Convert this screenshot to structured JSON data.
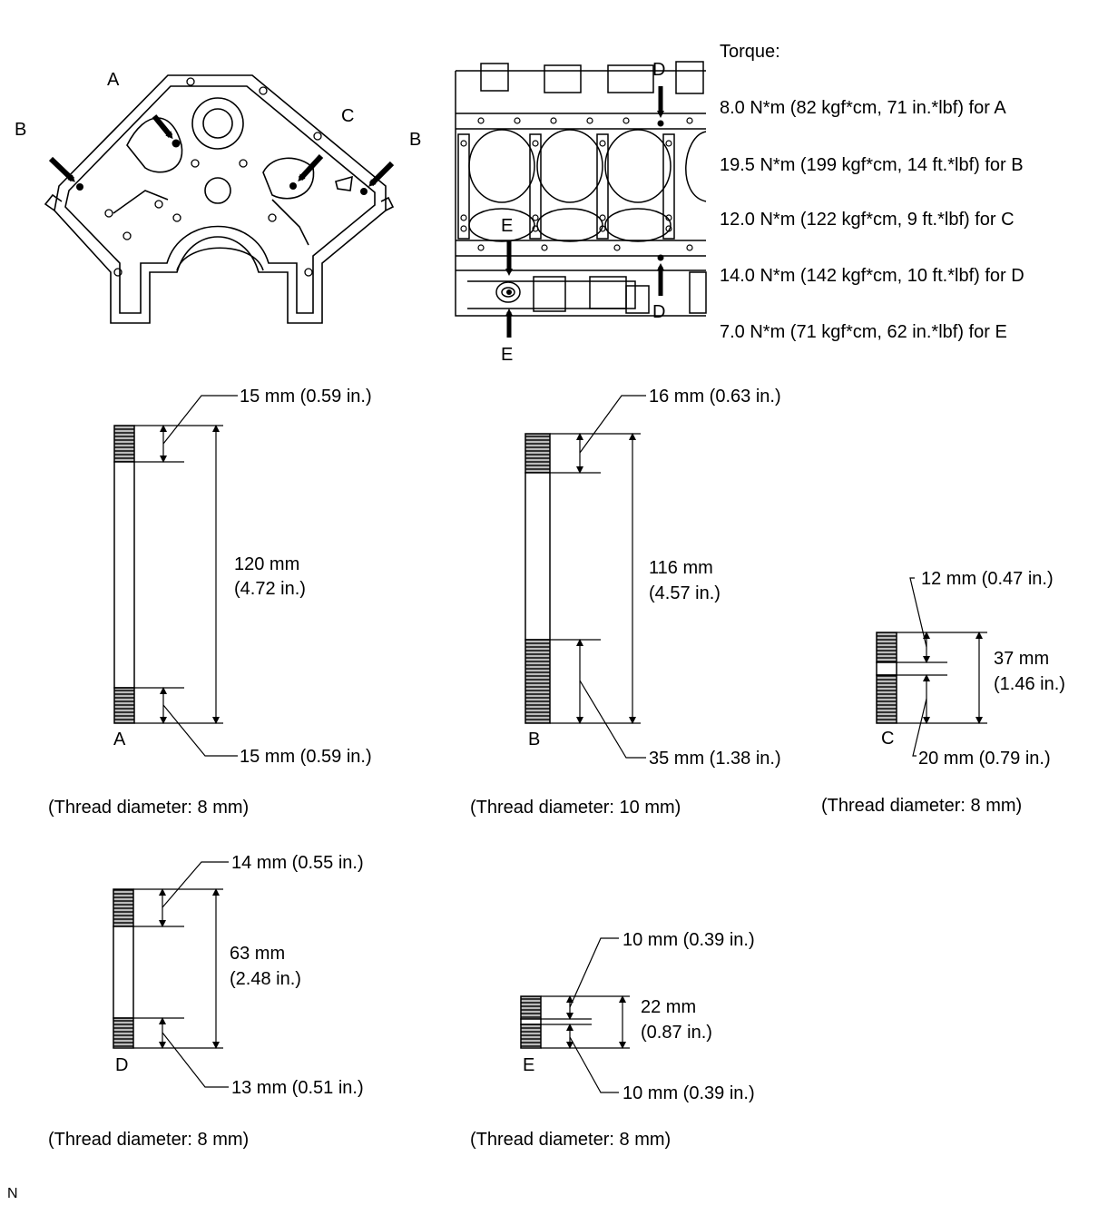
{
  "torque": {
    "heading": "Torque:",
    "lines": [
      "8.0 N*m (82 kgf*cm, 71 in.*lbf) for A",
      "19.5 N*m (199 kgf*cm, 14 ft.*lbf) for B",
      "12.0 N*m (122 kgf*cm, 9 ft.*lbf) for C",
      "14.0 N*m (142 kgf*cm, 10 ft.*lbf) for D",
      "7.0 N*m (71 kgf*cm, 62 in.*lbf) for E"
    ]
  },
  "front_view": {
    "labels": {
      "a": "A",
      "b": "B",
      "c": "C"
    }
  },
  "side_view": {
    "labels": {
      "b": "B",
      "d_top": "D",
      "d_bottom": "D",
      "e_top": "E",
      "e_bottom": "E"
    }
  },
  "bolts": {
    "a": {
      "label": "A",
      "top_thread": "15 mm (0.59 in.)",
      "length_1": "120 mm",
      "length_2": "(4.72 in.)",
      "bottom_thread": "15 mm (0.59 in.)",
      "thread_diameter": "(Thread diameter: 8 mm)"
    },
    "b": {
      "label": "B",
      "top_thread": "16 mm (0.63 in.)",
      "length_1": "116 mm",
      "length_2": "(4.57 in.)",
      "bottom_thread": "35 mm (1.38 in.)",
      "thread_diameter": "(Thread diameter: 10 mm)"
    },
    "c": {
      "label": "C",
      "top_thread": "12 mm (0.47 in.)",
      "length_1": "37 mm",
      "length_2": "(1.46 in.)",
      "bottom_thread": "20 mm (0.79 in.)",
      "thread_diameter": "(Thread diameter: 8 mm)"
    },
    "d": {
      "label": "D",
      "top_thread": "14 mm (0.55 in.)",
      "length_1": "63 mm",
      "length_2": "(2.48 in.)",
      "bottom_thread": "13 mm (0.51 in.)",
      "thread_diameter": "(Thread diameter: 8 mm)"
    },
    "e": {
      "label": "E",
      "top_thread": "10 mm (0.39 in.)",
      "length_1": "22 mm",
      "length_2": "(0.87 in.)",
      "bottom_thread": "10 mm (0.39 in.)",
      "thread_diameter": "(Thread diameter: 8 mm)"
    }
  },
  "corner_mark": "N"
}
